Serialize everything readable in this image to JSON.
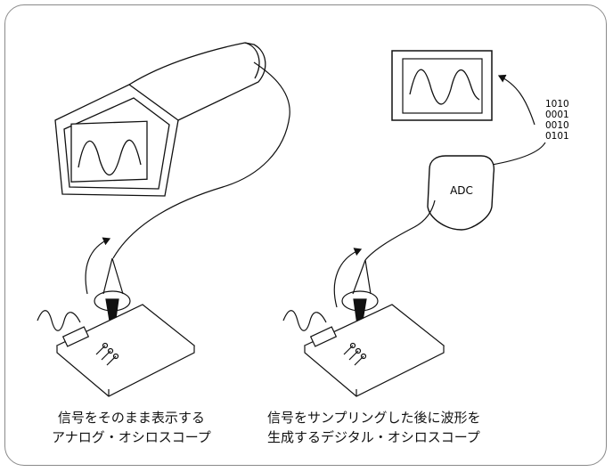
{
  "left_caption": {
    "line1": "信号をそのまま表示する",
    "line2": "アナログ・オシロスコープ"
  },
  "right_caption": {
    "line1": "信号をサンプリングした後に波形を",
    "line2": "生成するデジタル・オシロスコープ"
  },
  "adc_label": "ADC",
  "binary_lines": [
    "1010",
    "0001",
    "0010",
    "0101"
  ]
}
